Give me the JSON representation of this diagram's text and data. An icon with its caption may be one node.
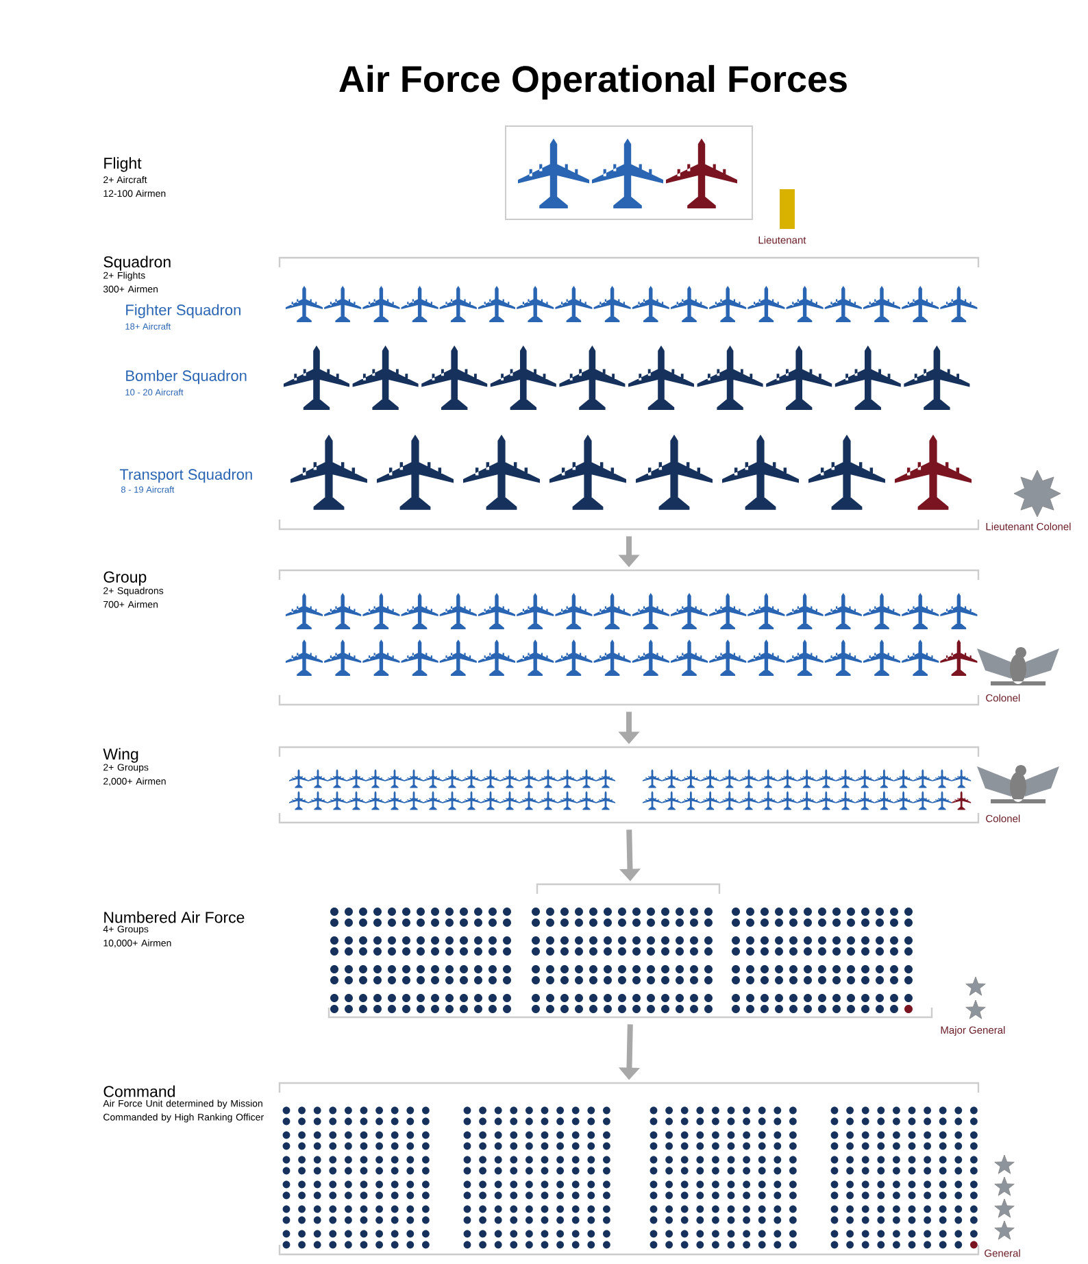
{
  "diagram": {
    "title": "Air Force Operational Forces",
    "nodes": [
      {
        "text": [],
        "shape": "box",
        "beside": [
          "Lieutenant"
        ]
      },
      {
        "text": [
          "Squadron",
          "2+ Flights",
          "300+ Airmen"
        ],
        "beside": [
          "Lieutenant Colonel"
        ]
      },
      {
        "text": [
          "Group",
          "2+ Squadrons",
          "700+ Airmen"
        ],
        "beside": [
          "Colonel"
        ]
      },
      {
        "text": [
          "Wing",
          "2+ Groups",
          "2,000+ Airmen"
        ],
        "beside": [
          "Colonel"
        ]
      },
      {
        "text": [
          "Numbered Air Force",
          "4+ Groups",
          "10,000+ Airmen"
        ],
        "beside": [
          "Major General"
        ]
      },
      {
        "text": [
          "Command",
          "Air Force Unit determined by Mission Commanded by High Ranking Officer"
        ],
        "beside": [
          "General"
        ]
      }
    ],
    "edges": [
      {
        "from": 1,
        "to": 2,
        "arrow": "to"
      },
      {
        "from": 2,
        "to": 3,
        "arrow": "to"
      },
      {
        "from": 3,
        "to": 4,
        "arrow": "to"
      },
      {
        "from": 4,
        "to": 5,
        "arrow": "to"
      }
    ],
    "labels": [
      "Flight",
      "2+ Aircraft",
      "12-100 Airmen",
      "Fighter Squadron",
      "18+ Aircraft",
      "Bomber Squadron",
      "10 - 20  Aircraft",
      "Transport Squadron",
      "8 - 19 Aircraft"
    ]
  }
}
